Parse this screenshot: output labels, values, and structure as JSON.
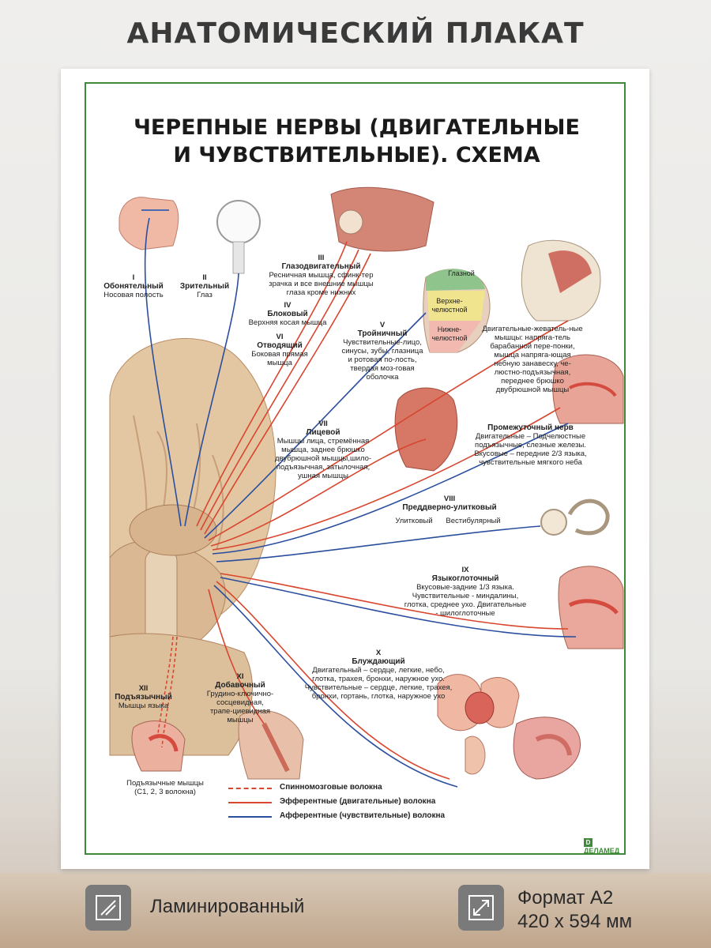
{
  "header": {
    "title": "АНАТОМИЧЕСКИЙ ПЛАКАТ"
  },
  "poster": {
    "title_line1": "ЧЕРЕПНЫЕ НЕРВЫ (ДВИГАТЕЛЬНЫЕ",
    "title_line2": "И ЧУВСТВИТЕЛЬНЫЕ). СХЕМА",
    "nerves": {
      "n1": {
        "num": "I",
        "name": "Обонятельный",
        "desc": "Носовая полость"
      },
      "n2": {
        "num": "II",
        "name": "Зрительный",
        "desc": "Глаз"
      },
      "n3": {
        "num": "III",
        "name": "Глазодвигательный",
        "desc": "Ресничная мышца, сфинк-тер зрачка и все внешние мышцы глаза кроме нижних"
      },
      "n4": {
        "num": "IV",
        "name": "Блоковый",
        "desc": "Верхняя косая мышца"
      },
      "n6": {
        "num": "VI",
        "name": "Отводящий",
        "desc": "Боковая прямая мышца"
      },
      "n5": {
        "num": "V",
        "name": "Тройничный",
        "desc": "Чувствительные-лицо, синусы, зубы, глазница и ротовая по-лость, твердая моз-говая оболочка"
      },
      "n5_zones": {
        "z1": "Глазной",
        "z2": "Верхне-челюстной",
        "z3": "Нижне-челюстной"
      },
      "n5_motor": "Двигательные-жеватель-ные мышцы: напряга-тель барабанной пере-понки, мышца напряга-ющая небную занавеску, че-люстно-подъязычная, переднее брюшко двубрюшной мышцы",
      "n7": {
        "num": "VII",
        "name": "Лицевой",
        "desc": "Мышцы лица, стремённая мышца, заднее брюшко двубрюшной мышцы,шило-подъязычная, затылочная, ушная мышцы"
      },
      "n7i": {
        "name": "Промежуточный нерв",
        "desc": "Двигательные – Подчелюстные подъязычные, слезные железы. Вкусовые – передние 2/3 языка, чувствительные мягкого неба"
      },
      "n8": {
        "num": "VIII",
        "name": "Преддверно-улитковый",
        "branch1": "Улитковый",
        "branch2": "Вестибулярный"
      },
      "n9": {
        "num": "IX",
        "name": "Языкоглоточный",
        "desc": "Вкусовые-задние 1/3 языка. Чувствительные - миндалины, глотка, среднее ухо. Двигательные - шилоглоточные"
      },
      "n10": {
        "num": "X",
        "name": "Блуждающий",
        "desc": "Двигательный – сердце, легкие, небо, глотка, трахея, бронхи, наружное ухо. Чувствительные – сердце, легкие, трахея, бронхи, гортань, глотка, наружное ухо"
      },
      "n11": {
        "num": "XI",
        "name": "Добавочный",
        "desc": "Грудино-ключично-сосцевидная, трапе-циевидная мышцы"
      },
      "n12": {
        "num": "XII",
        "name": "Подъязычный",
        "desc": "Мышцы языка"
      },
      "n12_extra": "Подъязычные мышцы (С1, 2, 3 волокна)"
    },
    "legend": {
      "spinal": "Спинномозговые волокна",
      "efferent": "Эфферентные (двигательные) волокна",
      "afferent": "Афферентные (чувствительные) волокна"
    },
    "logo": "ДЕЛАМЕД",
    "colors": {
      "frame": "#3f8a3a",
      "efferent": "#d9462f",
      "afferent": "#2b4f9e",
      "brain": "#e2c6a2"
    }
  },
  "features": {
    "laminated": "Ламинированный",
    "format_line1": "Формат А2",
    "format_line2": "420 х 594 мм"
  }
}
